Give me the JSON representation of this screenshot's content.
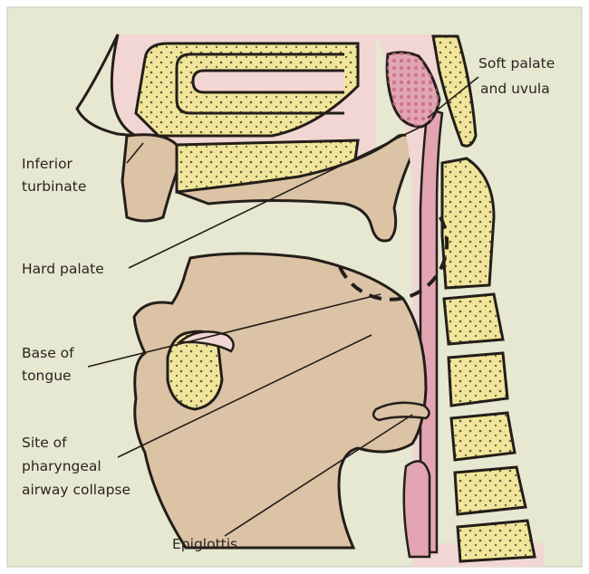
{
  "labels": {
    "soft_palate": [
      "Soft palate",
      "and uvula"
    ],
    "inferior_turbinate": [
      "Inferior",
      "turbinate"
    ],
    "hard_palate": [
      "Hard palate"
    ],
    "base_of_tongue": [
      "Base of",
      "tongue"
    ],
    "airway_collapse": [
      "Site of",
      "pharyngeal",
      "airway collapse"
    ],
    "epiglottis": [
      "Epiglottis"
    ]
  },
  "colors": {
    "background": "#e6e8d2",
    "soft_tissue": "#dcc3a6",
    "bone": "#f0e59a",
    "pink_tissue": "#eec6c6",
    "airway": "#e3a5b3",
    "uvula_texture": "#d58aa0",
    "outline": "#231e19"
  },
  "icons": {
    "collapse_marker": "dashed-circle",
    "bone_texture": "stippled-dots"
  }
}
